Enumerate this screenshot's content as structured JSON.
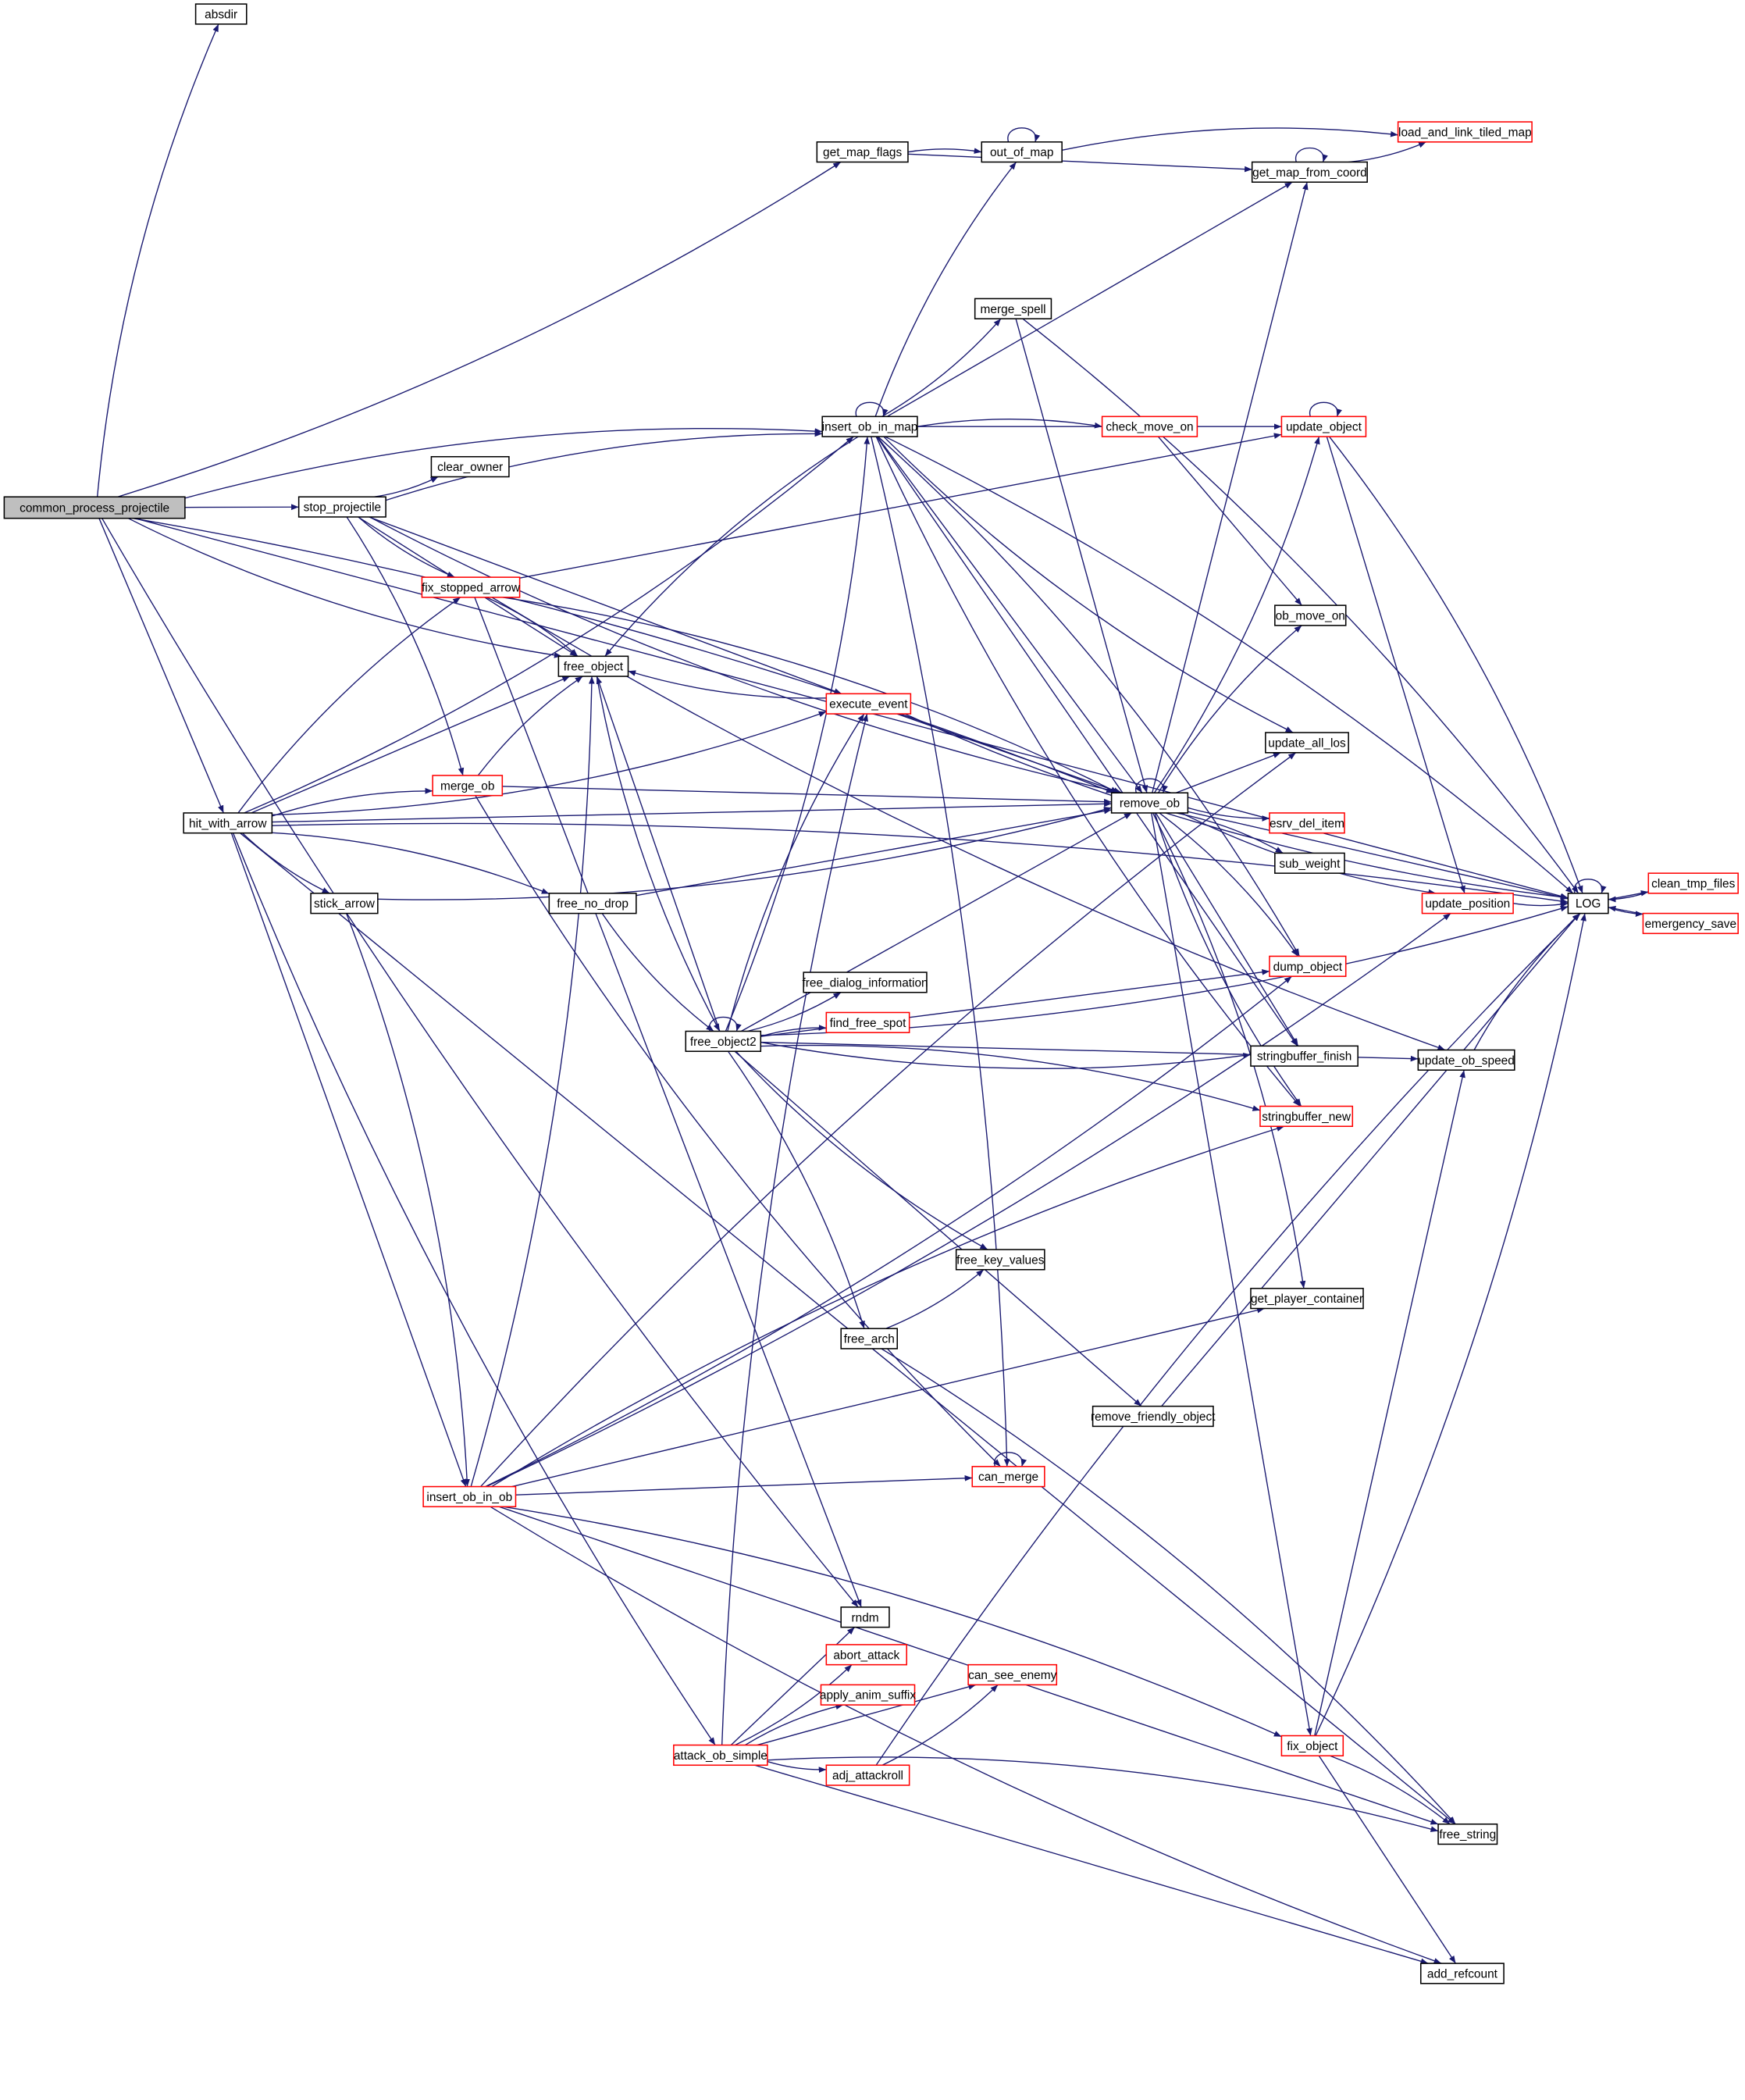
{
  "graph": {
    "edge_color": "#191970",
    "nodes": [
      {
        "id": "absdir",
        "label": "absdir",
        "border": "#000000"
      },
      {
        "id": "cpp",
        "label": "common_process_projectile",
        "border": "#000000",
        "fill": "#bfbfbf"
      },
      {
        "id": "get_map_flags",
        "label": "get_map_flags",
        "border": "#000000"
      },
      {
        "id": "out_of_map",
        "label": "out_of_map",
        "border": "#000000"
      },
      {
        "id": "load_and_link_tiled_map",
        "label": "load_and_link_tiled_map",
        "border": "#ff0000"
      },
      {
        "id": "get_map_from_coord",
        "label": "get_map_from_coord",
        "border": "#000000"
      },
      {
        "id": "merge_spell",
        "label": "merge_spell",
        "border": "#000000"
      },
      {
        "id": "insert_ob_in_map",
        "label": "insert_ob_in_map",
        "border": "#000000"
      },
      {
        "id": "check_move_on",
        "label": "check_move_on",
        "border": "#ff0000"
      },
      {
        "id": "update_object",
        "label": "update_object",
        "border": "#ff0000"
      },
      {
        "id": "clear_owner",
        "label": "clear_owner",
        "border": "#000000"
      },
      {
        "id": "stop_projectile",
        "label": "stop_projectile",
        "border": "#000000"
      },
      {
        "id": "fix_stopped_arrow",
        "label": "fix_stopped_arrow",
        "border": "#ff0000"
      },
      {
        "id": "ob_move_on",
        "label": "ob_move_on",
        "border": "#000000"
      },
      {
        "id": "free_object",
        "label": "free_object",
        "border": "#000000"
      },
      {
        "id": "execute_event",
        "label": "execute_event",
        "border": "#ff0000"
      },
      {
        "id": "update_all_los",
        "label": "update_all_los",
        "border": "#000000"
      },
      {
        "id": "merge_ob",
        "label": "merge_ob",
        "border": "#ff0000"
      },
      {
        "id": "remove_ob",
        "label": "remove_ob",
        "border": "#000000"
      },
      {
        "id": "hit_with_arrow",
        "label": "hit_with_arrow",
        "border": "#000000"
      },
      {
        "id": "esrv_del_item",
        "label": "esrv_del_item",
        "border": "#ff0000"
      },
      {
        "id": "sub_weight",
        "label": "sub_weight",
        "border": "#000000"
      },
      {
        "id": "clean_tmp_files",
        "label": "clean_tmp_files",
        "border": "#ff0000"
      },
      {
        "id": "LOG",
        "label": "LOG",
        "border": "#000000"
      },
      {
        "id": "stick_arrow",
        "label": "stick_arrow",
        "border": "#000000"
      },
      {
        "id": "free_no_drop",
        "label": "free_no_drop",
        "border": "#000000"
      },
      {
        "id": "update_position",
        "label": "update_position",
        "border": "#ff0000"
      },
      {
        "id": "emergency_save",
        "label": "emergency_save",
        "border": "#ff0000"
      },
      {
        "id": "dump_object",
        "label": "dump_object",
        "border": "#ff0000"
      },
      {
        "id": "free_dialog_information",
        "label": "free_dialog_information",
        "border": "#000000"
      },
      {
        "id": "find_free_spot",
        "label": "find_free_spot",
        "border": "#ff0000"
      },
      {
        "id": "free_object2",
        "label": "free_object2",
        "border": "#000000"
      },
      {
        "id": "stringbuffer_finish",
        "label": "stringbuffer_finish",
        "border": "#000000"
      },
      {
        "id": "update_ob_speed",
        "label": "update_ob_speed",
        "border": "#000000"
      },
      {
        "id": "stringbuffer_new",
        "label": "stringbuffer_new",
        "border": "#ff0000"
      },
      {
        "id": "free_key_values",
        "label": "free_key_values",
        "border": "#000000"
      },
      {
        "id": "get_player_container",
        "label": "get_player_container",
        "border": "#000000"
      },
      {
        "id": "free_arch",
        "label": "free_arch",
        "border": "#000000"
      },
      {
        "id": "remove_friendly_object",
        "label": "remove_friendly_object",
        "border": "#000000"
      },
      {
        "id": "can_merge",
        "label": "can_merge",
        "border": "#ff0000"
      },
      {
        "id": "insert_ob_in_ob",
        "label": "insert_ob_in_ob",
        "border": "#ff0000"
      },
      {
        "id": "rndm",
        "label": "rndm",
        "border": "#000000"
      },
      {
        "id": "abort_attack",
        "label": "abort_attack",
        "border": "#ff0000"
      },
      {
        "id": "can_see_enemy",
        "label": "can_see_enemy",
        "border": "#ff0000"
      },
      {
        "id": "apply_anim_suffix",
        "label": "apply_anim_suffix",
        "border": "#ff0000"
      },
      {
        "id": "attack_ob_simple",
        "label": "attack_ob_simple",
        "border": "#ff0000"
      },
      {
        "id": "adj_attackroll",
        "label": "adj_attackroll",
        "border": "#ff0000"
      },
      {
        "id": "fix_object",
        "label": "fix_object",
        "border": "#ff0000"
      },
      {
        "id": "free_string",
        "label": "free_string",
        "border": "#000000"
      },
      {
        "id": "add_refcount",
        "label": "add_refcount",
        "border": "#000000"
      }
    ],
    "edges": [
      [
        "cpp",
        "absdir"
      ],
      [
        "cpp",
        "LOG"
      ],
      [
        "cpp",
        "get_map_flags"
      ],
      [
        "cpp",
        "insert_ob_in_map"
      ],
      [
        "cpp",
        "stop_projectile"
      ],
      [
        "cpp",
        "free_object"
      ],
      [
        "cpp",
        "remove_ob"
      ],
      [
        "cpp",
        "hit_with_arrow"
      ],
      [
        "cpp",
        "rndm"
      ],
      [
        "get_map_flags",
        "out_of_map"
      ],
      [
        "get_map_flags",
        "get_map_from_coord"
      ],
      [
        "out_of_map",
        "out_of_map"
      ],
      [
        "out_of_map",
        "load_and_link_tiled_map"
      ],
      [
        "get_map_from_coord",
        "get_map_from_coord"
      ],
      [
        "get_map_from_coord",
        "load_and_link_tiled_map"
      ],
      [
        "merge_spell",
        "LOG"
      ],
      [
        "merge_spell",
        "remove_ob"
      ],
      [
        "insert_ob_in_map",
        "insert_ob_in_map"
      ],
      [
        "insert_ob_in_map",
        "out_of_map"
      ],
      [
        "insert_ob_in_map",
        "get_map_from_coord"
      ],
      [
        "insert_ob_in_map",
        "merge_spell"
      ],
      [
        "insert_ob_in_map",
        "check_move_on"
      ],
      [
        "insert_ob_in_map",
        "update_object"
      ],
      [
        "insert_ob_in_map",
        "free_object"
      ],
      [
        "insert_ob_in_map",
        "LOG"
      ],
      [
        "insert_ob_in_map",
        "remove_ob"
      ],
      [
        "insert_ob_in_map",
        "update_all_los"
      ],
      [
        "insert_ob_in_map",
        "dump_object"
      ],
      [
        "insert_ob_in_map",
        "stringbuffer_finish"
      ],
      [
        "insert_ob_in_map",
        "stringbuffer_new"
      ],
      [
        "insert_ob_in_map",
        "can_merge"
      ],
      [
        "check_move_on",
        "ob_move_on"
      ],
      [
        "update_object",
        "update_object"
      ],
      [
        "update_object",
        "LOG"
      ],
      [
        "update_object",
        "update_position"
      ],
      [
        "stop_projectile",
        "clear_owner"
      ],
      [
        "stop_projectile",
        "insert_ob_in_map"
      ],
      [
        "stop_projectile",
        "free_object"
      ],
      [
        "stop_projectile",
        "fix_stopped_arrow"
      ],
      [
        "stop_projectile",
        "merge_ob"
      ],
      [
        "stop_projectile",
        "execute_event"
      ],
      [
        "stop_projectile",
        "remove_ob"
      ],
      [
        "fix_stopped_arrow",
        "free_object"
      ],
      [
        "fix_stopped_arrow",
        "update_object"
      ],
      [
        "fix_stopped_arrow",
        "update_ob_speed"
      ],
      [
        "fix_stopped_arrow",
        "remove_ob"
      ],
      [
        "fix_stopped_arrow",
        "rndm"
      ],
      [
        "hit_with_arrow",
        "insert_ob_in_map"
      ],
      [
        "hit_with_arrow",
        "fix_stopped_arrow"
      ],
      [
        "hit_with_arrow",
        "free_object"
      ],
      [
        "hit_with_arrow",
        "execute_event"
      ],
      [
        "hit_with_arrow",
        "merge_ob"
      ],
      [
        "hit_with_arrow",
        "remove_ob"
      ],
      [
        "hit_with_arrow",
        "stick_arrow"
      ],
      [
        "hit_with_arrow",
        "free_no_drop"
      ],
      [
        "hit_with_arrow",
        "insert_ob_in_ob"
      ],
      [
        "hit_with_arrow",
        "attack_ob_simple"
      ],
      [
        "hit_with_arrow",
        "LOG"
      ],
      [
        "hit_with_arrow",
        "free_string"
      ],
      [
        "free_object",
        "free_object2"
      ],
      [
        "execute_event",
        "free_object"
      ],
      [
        "execute_event",
        "remove_ob"
      ],
      [
        "execute_event",
        "LOG"
      ],
      [
        "merge_ob",
        "free_object"
      ],
      [
        "merge_ob",
        "remove_ob"
      ],
      [
        "merge_ob",
        "can_merge"
      ],
      [
        "remove_ob",
        "remove_ob"
      ],
      [
        "remove_ob",
        "get_map_from_coord"
      ],
      [
        "remove_ob",
        "update_object"
      ],
      [
        "remove_ob",
        "ob_move_on"
      ],
      [
        "remove_ob",
        "update_all_los"
      ],
      [
        "remove_ob",
        "esrv_del_item"
      ],
      [
        "remove_ob",
        "sub_weight"
      ],
      [
        "remove_ob",
        "LOG"
      ],
      [
        "remove_ob",
        "update_position"
      ],
      [
        "remove_ob",
        "dump_object"
      ],
      [
        "remove_ob",
        "stringbuffer_finish"
      ],
      [
        "remove_ob",
        "stringbuffer_new"
      ],
      [
        "remove_ob",
        "get_player_container"
      ],
      [
        "remove_ob",
        "fix_object"
      ],
      [
        "stick_arrow",
        "remove_ob"
      ],
      [
        "stick_arrow",
        "insert_ob_in_ob"
      ],
      [
        "free_no_drop",
        "remove_ob"
      ],
      [
        "free_no_drop",
        "free_object2"
      ],
      [
        "free_object2",
        "free_object2"
      ],
      [
        "free_object2",
        "free_object"
      ],
      [
        "free_object2",
        "insert_ob_in_map"
      ],
      [
        "free_object2",
        "execute_event"
      ],
      [
        "free_object2",
        "remove_ob"
      ],
      [
        "free_object2",
        "free_dialog_information"
      ],
      [
        "free_object2",
        "find_free_spot"
      ],
      [
        "free_object2",
        "dump_object"
      ],
      [
        "free_object2",
        "stringbuffer_finish"
      ],
      [
        "free_object2",
        "stringbuffer_new"
      ],
      [
        "free_object2",
        "update_ob_speed"
      ],
      [
        "free_object2",
        "free_key_values"
      ],
      [
        "free_object2",
        "free_arch"
      ],
      [
        "free_object2",
        "remove_friendly_object"
      ],
      [
        "free_object2",
        "LOG"
      ],
      [
        "LOG",
        "LOG"
      ],
      [
        "LOG",
        "clean_tmp_files"
      ],
      [
        "LOG",
        "emergency_save"
      ],
      [
        "clean_tmp_files",
        "LOG"
      ],
      [
        "emergency_save",
        "LOG"
      ],
      [
        "update_position",
        "LOG"
      ],
      [
        "update_ob_speed",
        "LOG"
      ],
      [
        "remove_friendly_object",
        "LOG"
      ],
      [
        "free_arch",
        "free_key_values"
      ],
      [
        "free_arch",
        "free_string"
      ],
      [
        "can_merge",
        "can_merge"
      ],
      [
        "insert_ob_in_ob",
        "free_object"
      ],
      [
        "insert_ob_in_ob",
        "update_all_los"
      ],
      [
        "insert_ob_in_ob",
        "can_merge"
      ],
      [
        "insert_ob_in_ob",
        "dump_object"
      ],
      [
        "insert_ob_in_ob",
        "stringbuffer_new"
      ],
      [
        "insert_ob_in_ob",
        "get_player_container"
      ],
      [
        "insert_ob_in_ob",
        "update_position"
      ],
      [
        "insert_ob_in_ob",
        "fix_object"
      ],
      [
        "insert_ob_in_ob",
        "free_string"
      ],
      [
        "insert_ob_in_ob",
        "add_refcount"
      ],
      [
        "attack_ob_simple",
        "execute_event"
      ],
      [
        "attack_ob_simple",
        "rndm"
      ],
      [
        "attack_ob_simple",
        "abort_attack"
      ],
      [
        "attack_ob_simple",
        "apply_anim_suffix"
      ],
      [
        "attack_ob_simple",
        "can_see_enemy"
      ],
      [
        "attack_ob_simple",
        "adj_attackroll"
      ],
      [
        "attack_ob_simple",
        "free_string"
      ],
      [
        "attack_ob_simple",
        "add_refcount"
      ],
      [
        "adj_attackroll",
        "can_see_enemy"
      ],
      [
        "adj_attackroll",
        "LOG"
      ],
      [
        "fix_object",
        "update_ob_speed"
      ],
      [
        "fix_object",
        "LOG"
      ],
      [
        "fix_object",
        "free_string"
      ],
      [
        "fix_object",
        "add_refcount"
      ]
    ]
  }
}
